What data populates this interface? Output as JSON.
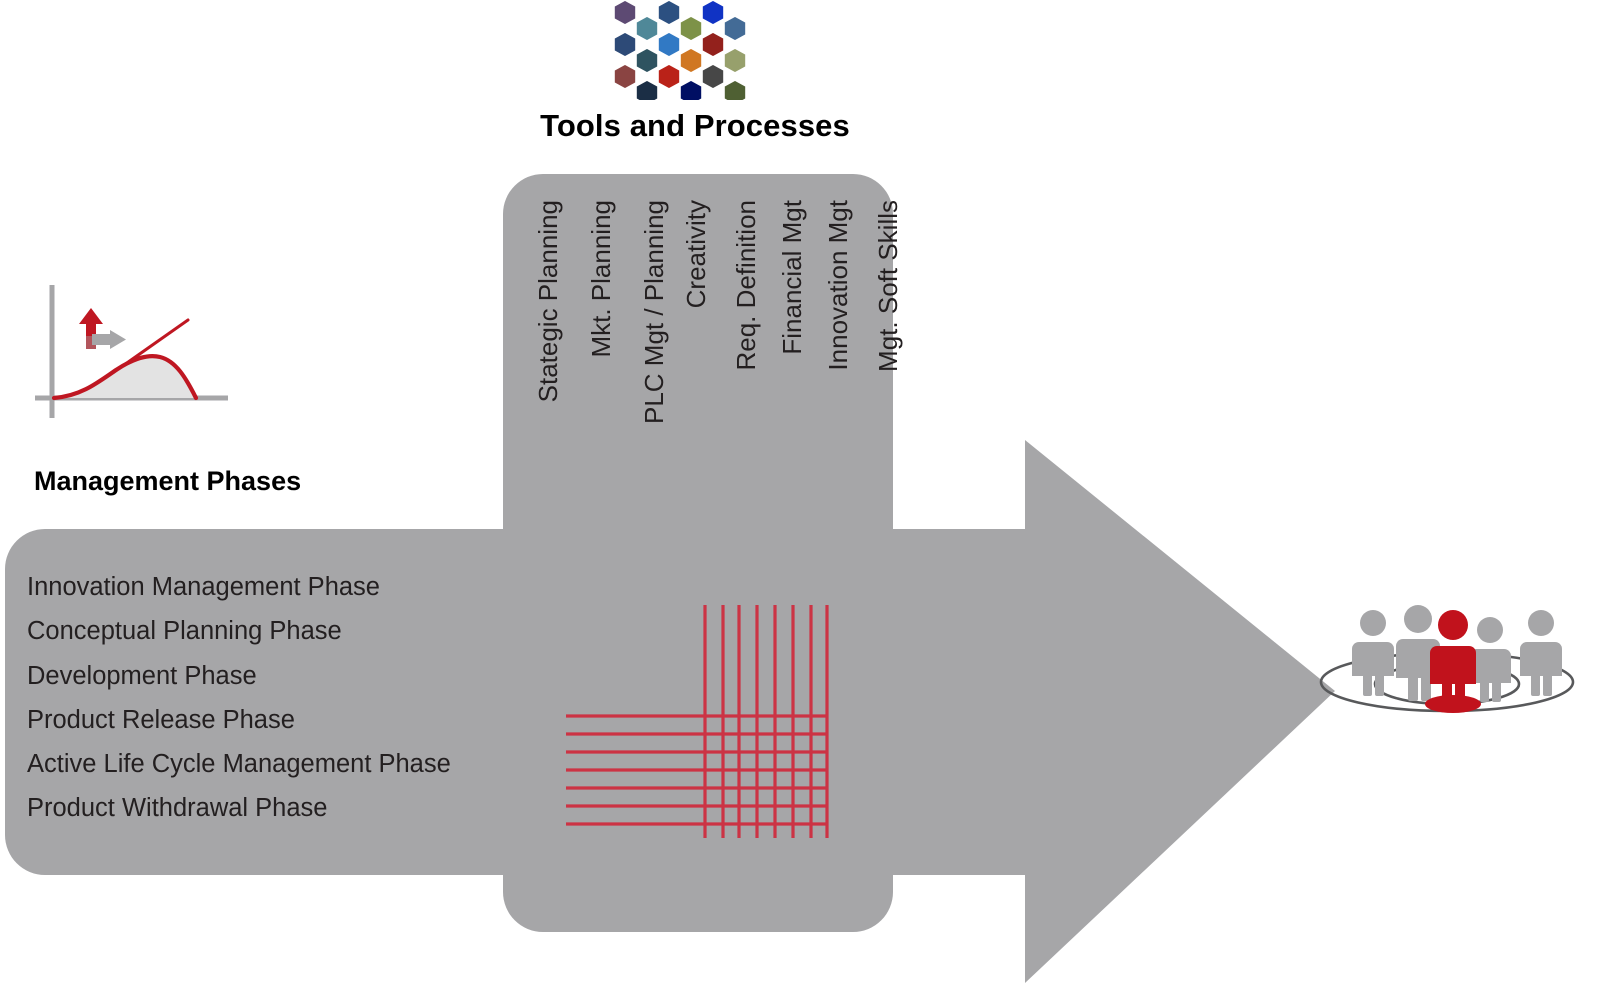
{
  "headings": {
    "tools_title": "Tools and Processes",
    "phases_title": "Management Phases"
  },
  "tools": {
    "labels": [
      "Stategic Planning",
      "Mkt. Planning",
      "PLC Mgt / Planning",
      "Creativity",
      "Req. Definition",
      "Financial Mgt",
      "Innovation Mgt",
      "Mgt. Soft Skills"
    ]
  },
  "phases": {
    "items": [
      "Innovation Management Phase",
      "Conceptual Planning Phase",
      "Development Phase",
      "Product Release Phase",
      "Active Life Cycle Management Phase",
      "Product Withdrawal Phase"
    ]
  },
  "colors": {
    "grey_shape": "#a6a6a8",
    "grid_red": "#cc3344",
    "accent_red": "#c1121c",
    "curve_red": "#bf1722",
    "text_dark": "#231f20",
    "people_grey": "#a6a6a8",
    "ellipse_grey": "#58595b"
  },
  "hexagons": {
    "colors": [
      "#5d4a73",
      "#2c5081",
      "#1033c4",
      "#2d4a77",
      "#4f8898",
      "#3179c4",
      "#7d9248",
      "#93211c",
      "#436b96",
      "#8a4442",
      "#2e5360",
      "#d07722",
      "#97a06c",
      "#1b2e45",
      "#ba2218",
      "#474747",
      "#000f63",
      "#4f6033"
    ]
  },
  "lifecycle_icon": {
    "name": "product-lifecycle-curve"
  },
  "people_icon": {
    "name": "team-with-leader",
    "figure_count": 5,
    "highlighted_index": 2
  },
  "grid": {
    "vertical_line_count": 8,
    "horizontal_line_count": 7
  }
}
